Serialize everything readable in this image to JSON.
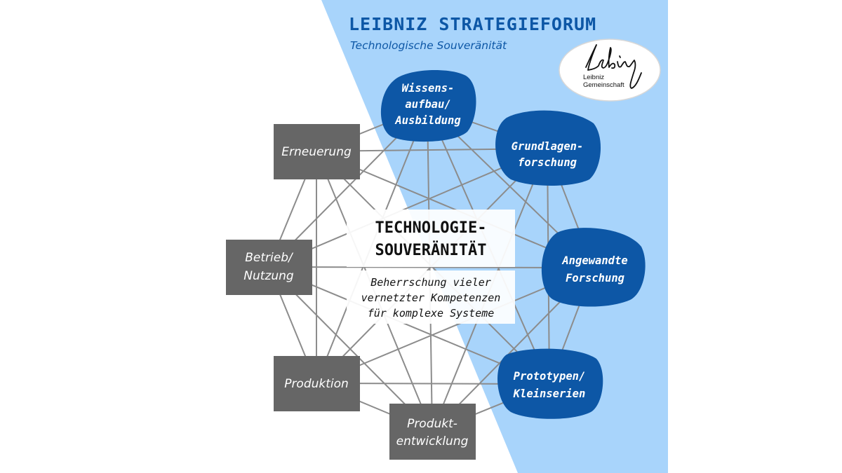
{
  "header": {
    "title": "LEIBNIZ STRATEGIEFORUM",
    "subtitle": "Technologische Souveränität"
  },
  "logo": {
    "name": "Leibniz Gemeinschaft",
    "line1": "Leibniz",
    "line2": "Gemeinschaft"
  },
  "center": {
    "title_lines": [
      "TECHNOLOGIE-",
      "SOUVERÄNITÄT"
    ],
    "description_lines": [
      "Beherrschung vieler",
      "vernetzter Kompetenzen",
      "für komplexe Systeme"
    ]
  },
  "nodes": [
    {
      "id": "wissensaufbau",
      "kind": "blob",
      "lines": [
        "Wissens-",
        "aufbau/",
        "Ausbildung"
      ]
    },
    {
      "id": "grundlagenforschung",
      "kind": "blob",
      "lines": [
        "Grundlagen-",
        "forschung"
      ]
    },
    {
      "id": "angewandte-forschung",
      "kind": "blob",
      "lines": [
        "Angewandte",
        "Forschung"
      ]
    },
    {
      "id": "prototypen",
      "kind": "blob",
      "lines": [
        "Prototypen/",
        "Kleinserien"
      ]
    },
    {
      "id": "produktentwicklung",
      "kind": "box",
      "lines": [
        "Produkt-",
        "entwicklung"
      ]
    },
    {
      "id": "produktion",
      "kind": "box",
      "lines": [
        "Produktion"
      ]
    },
    {
      "id": "betrieb",
      "kind": "box",
      "lines": [
        "Betrieb/",
        "Nutzung"
      ]
    },
    {
      "id": "erneuerung",
      "kind": "box",
      "lines": [
        "Erneuerung"
      ]
    }
  ],
  "colors": {
    "panel": "#a8d4fb",
    "blob": "#0d57a6",
    "box": "#666666",
    "edge": "#8c8c8c",
    "title": "#0d57a6"
  }
}
